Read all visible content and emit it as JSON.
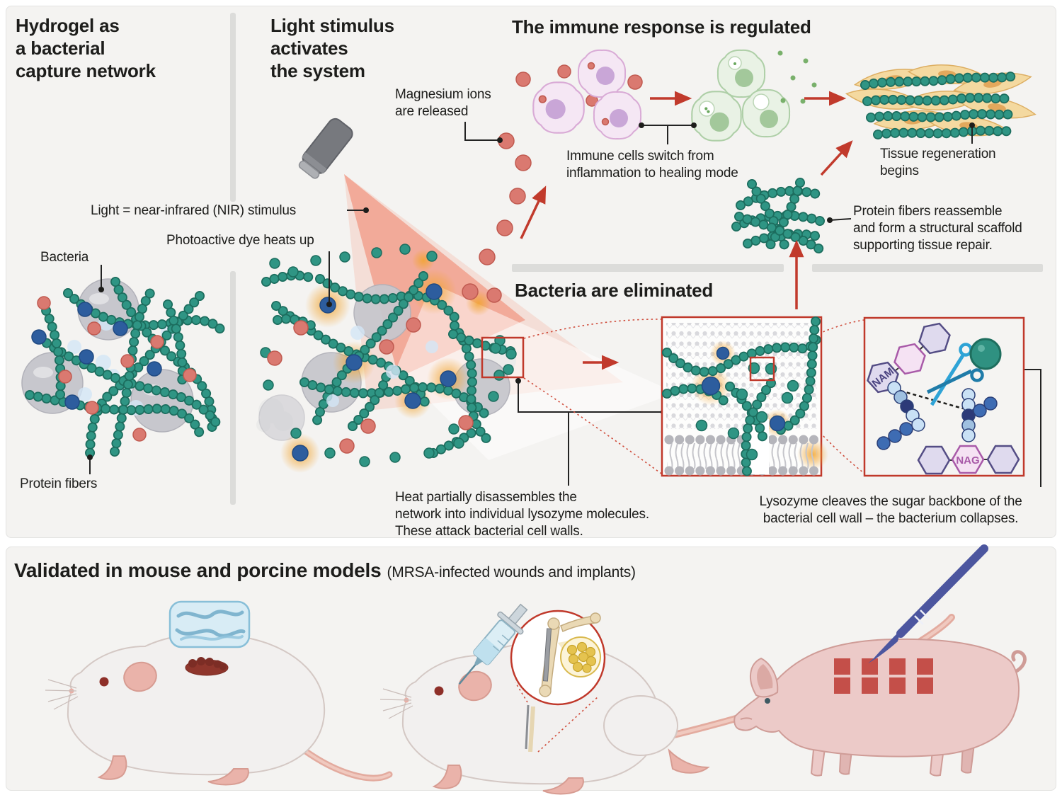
{
  "sections": {
    "hydrogel": {
      "title": "Hydrogel as\na bacterial\ncapture network"
    },
    "light": {
      "title": "Light stimulus\nactivates\nthe system"
    },
    "immune": {
      "title": "The immune response is regulated"
    },
    "eliminated": {
      "title": "Bacteria are eliminated"
    },
    "validation": {
      "title": "Validated in mouse and porcine models",
      "subtitle": "(MRSA-infected wounds and implants)"
    }
  },
  "labels": {
    "bacteria": "Bacteria",
    "protein_fibers": "Protein fibers",
    "nir": "Light = near-infrared (NIR) stimulus",
    "dye": "Photoactive dye heats up",
    "magnesium": "Magnesium ions\nare released",
    "immune_switch": "Immune cells switch from\ninflammation to healing mode",
    "tissue": "Tissue regeneration\nbegins",
    "reassemble": "Protein fibers reassemble\nand form a structural scaffold\nsupporting tissue repair.",
    "heat": "Heat partially disassembles the\nnetwork into individual lysozyme molecules.\nThese attack bacterial cell walls.",
    "lysozyme": "Lysozyme cleaves the sugar backbone of the\nbacterial cell wall – the bacterium collapses."
  },
  "molecules": {
    "nam": "NAM",
    "nag": "NAG"
  },
  "colors": {
    "accent_red": "#c13a2c",
    "bead_teal": "#2f9584",
    "ion_red": "#da7970",
    "dye_blue": "#2d5d9e",
    "glow_orange": "#f2a42e",
    "panel_border_red": "#c0392b"
  }
}
